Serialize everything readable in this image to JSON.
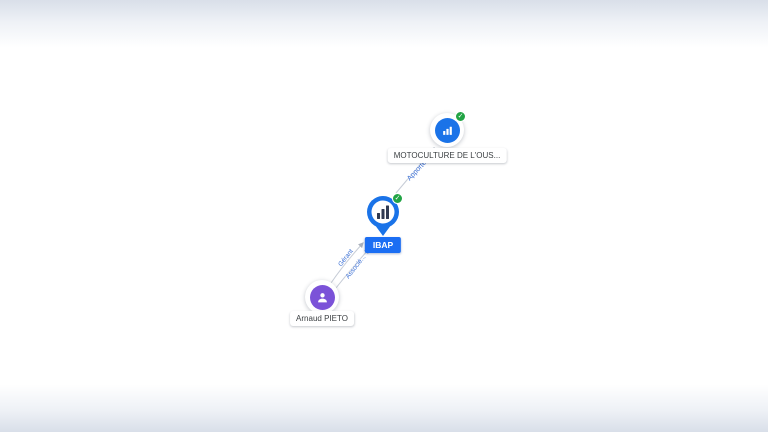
{
  "app": {
    "view": "company-relations-graph"
  },
  "colors": {
    "company_blue": "#1a73e8",
    "person_purple": "#7b52d8",
    "check_green": "#22a445",
    "pin_blue": "#1a73e8",
    "primary_label_bg": "#1b6ef3",
    "edge_line": "#c6ccd6",
    "edge_label_text": "#3b6fd4",
    "background_band": "#d9dfe9"
  },
  "nodes": [
    {
      "id": "motoculture",
      "type": "company",
      "label": "MOTOCULTURE DE L'OUS...",
      "badge": "check"
    },
    {
      "id": "ibap",
      "type": "company-pin",
      "label": "IBAP",
      "badge": "check"
    },
    {
      "id": "arnaud",
      "type": "person",
      "label": "Arnaud PIETO"
    }
  ],
  "edges": [
    {
      "from": "ibap",
      "to": "motoculture",
      "label": "Apporte"
    },
    {
      "from": "arnaud",
      "to": "ibap",
      "label": "Gérant"
    },
    {
      "from": "arnaud",
      "to": "ibap",
      "label": "Associé..."
    }
  ]
}
